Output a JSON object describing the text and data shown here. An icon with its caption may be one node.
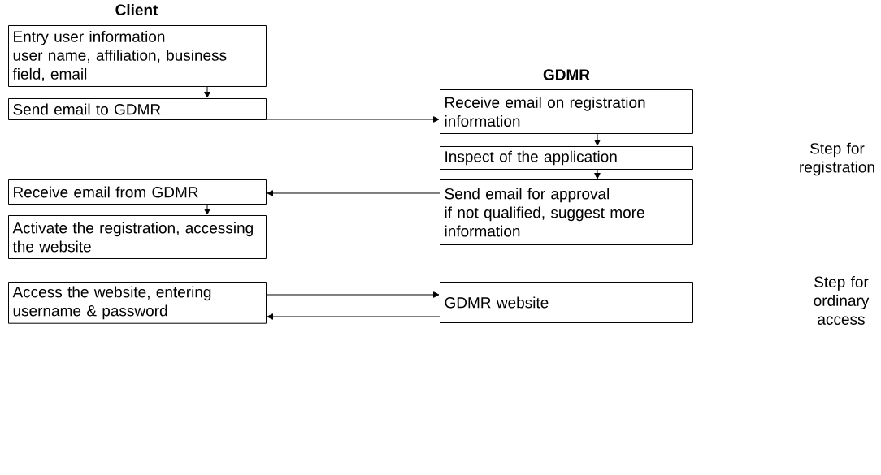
{
  "diagram": {
    "nodes": [
      {
        "text": [
          "Entry user information",
          "user name, affiliation, business field, email"
        ]
      },
      {
        "text": [
          "Send email to GDMR"
        ]
      },
      {
        "text": [
          "Receive email on registration information"
        ]
      },
      {
        "text": [
          "Inspect of the application"
        ]
      },
      {
        "text": [
          "Send email for approval",
          "if not qualified, suggest more information"
        ]
      },
      {
        "text": [
          "Receive email from GDMR"
        ]
      },
      {
        "text": [
          "Activate the registration, accessing the website"
        ]
      },
      {
        "text": [
          "Access the website, entering username & password"
        ]
      },
      {
        "text": [
          "GDMR website"
        ]
      }
    ],
    "edges": [
      {
        "from": 0,
        "to": 1,
        "arrow": "to"
      },
      {
        "from": 1,
        "to": 2,
        "arrow": "to"
      },
      {
        "from": 2,
        "to": 3,
        "arrow": "to"
      },
      {
        "from": 3,
        "to": 4,
        "arrow": "to"
      },
      {
        "from": 4,
        "to": 5,
        "arrow": "to"
      },
      {
        "from": 5,
        "to": 6,
        "arrow": "to"
      },
      {
        "from": 7,
        "to": 8,
        "arrow": "to"
      },
      {
        "from": 8,
        "to": 7,
        "arrow": "to"
      }
    ],
    "labels": [
      "Client",
      "GDMR",
      "Step for registration",
      "Step for ordinary access"
    ]
  }
}
